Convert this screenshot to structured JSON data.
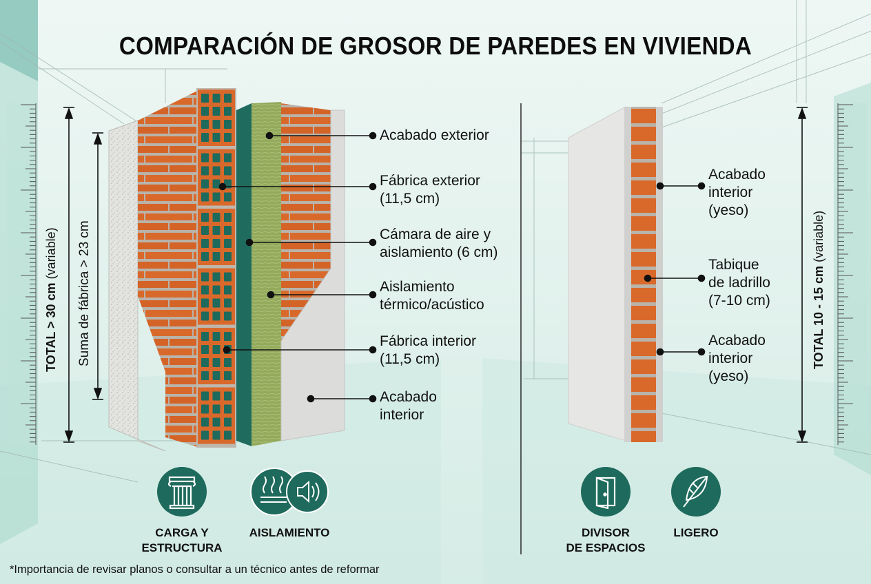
{
  "title": "COMPARACIÓN DE GROSOR DE PAREDES EN VIVIENDA",
  "left_wall": {
    "total_bold": "TOTAL > 30 cm",
    "total_note": " (variable)",
    "sum_label": "Suma de fábrica > 23 cm",
    "labels": [
      "Acabado exterior",
      "Fábrica exterior\n(11,5 cm)",
      "Cámara de aire y\naislamiento (6 cm)",
      "Aislamiento\ntérmico/acústico",
      "Fábrica interior\n(11,5 cm)",
      "Acabado\ninterior"
    ]
  },
  "right_wall": {
    "total_bold": "TOTAL 10 - 15 cm",
    "total_note": " (variable)",
    "labels": [
      "Acabado\ninterior\n(yeso)",
      "Tabique\nde ladrillo\n(7-10 cm)",
      "Acabado\ninterior\n(yeso)"
    ]
  },
  "icons": [
    {
      "name": "column-icon",
      "caption": "CARGA Y\nESTRUCTURA"
    },
    {
      "name": "insulation-icon",
      "caption": "AISLAMIENTO"
    },
    {
      "name": "door-icon",
      "caption": "DIVISOR\nDE ESPACIOS"
    },
    {
      "name": "feather-icon",
      "caption": "LIGERO"
    }
  ],
  "footnote": "*Importancia de revisar planos o consultar a un técnico antes de reformar",
  "colors": {
    "brick": "#d9692b",
    "mortar": "#b8b3ab",
    "insulation": "#8fa55a",
    "air_gap": "#1f6b5e",
    "plaster": "#dcdcdc",
    "icon_bg": "#1e6a5c"
  }
}
